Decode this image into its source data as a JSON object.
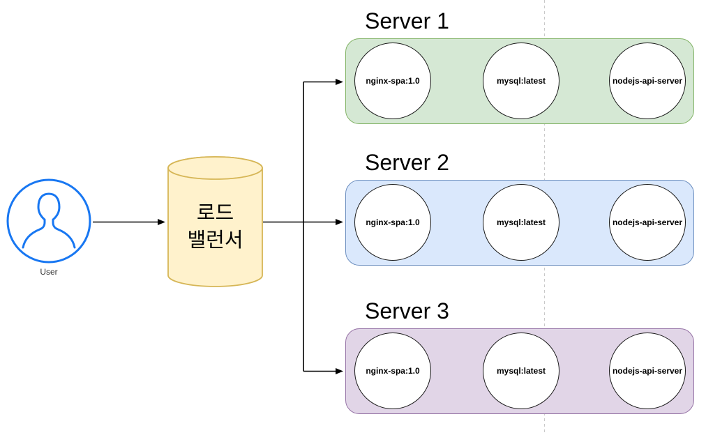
{
  "user": {
    "label": "User"
  },
  "load_balancer": {
    "label": "로드 밸런서",
    "line1": "로드",
    "line2": "밸런서"
  },
  "servers": [
    {
      "title": "Server 1",
      "containers": [
        "nginx-spa:1.0",
        "mysql:latest",
        "nodejs-api-server"
      ],
      "fill": "#d5e8d4",
      "stroke": "#82b366"
    },
    {
      "title": "Server 2",
      "containers": [
        "nginx-spa:1.0",
        "mysql:latest",
        "nodejs-api-server"
      ],
      "fill": "#dae8fc",
      "stroke": "#6c8ebf"
    },
    {
      "title": "Server 3",
      "containers": [
        "nginx-spa:1.0",
        "mysql:latest",
        "nodejs-api-server"
      ],
      "fill": "#e1d5e7",
      "stroke": "#9673a6"
    }
  ],
  "colors": {
    "user_icon": "#1877f2",
    "load_balancer_fill": "#fff2cc",
    "load_balancer_stroke": "#d6b656",
    "container_fill": "#ffffff",
    "container_stroke": "#1a1a1a",
    "connector": "#000000",
    "page_divider": "#c9c9c9"
  }
}
